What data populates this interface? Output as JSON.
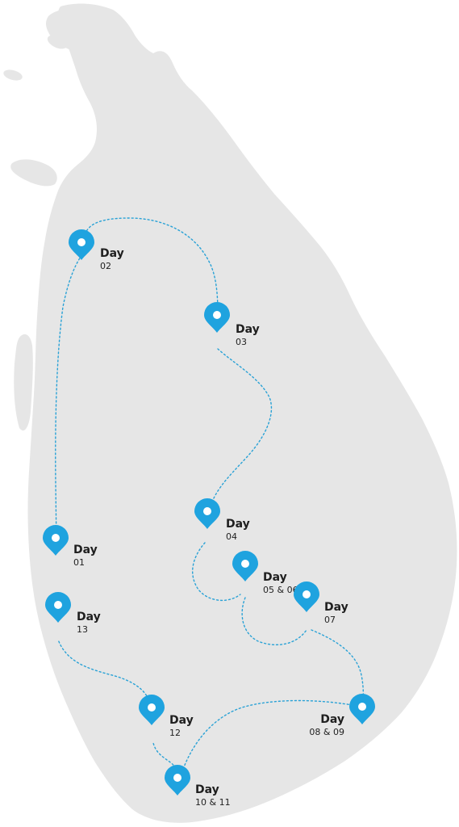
{
  "colors": {
    "land": "#e6e6e6",
    "pin": "#1fa3df",
    "pin_dot": "#ffffff",
    "route": "#2aa2d6",
    "label": "#1f1f1f"
  },
  "stops": [
    {
      "id": "day-02",
      "title": "Day",
      "day": "02"
    },
    {
      "id": "day-03",
      "title": "Day",
      "day": "03"
    },
    {
      "id": "day-04",
      "title": "Day",
      "day": "04"
    },
    {
      "id": "day-01",
      "title": "Day",
      "day": "01"
    },
    {
      "id": "day-05-06",
      "title": "Day",
      "day": "05 & 06"
    },
    {
      "id": "day-07",
      "title": "Day",
      "day": "07"
    },
    {
      "id": "day-13",
      "title": "Day",
      "day": "13"
    },
    {
      "id": "day-08-09",
      "title": "Day",
      "day": "08 & 09"
    },
    {
      "id": "day-12",
      "title": "Day",
      "day": "12"
    },
    {
      "id": "day-10-11",
      "title": "Day",
      "day": "10 & 11"
    }
  ]
}
